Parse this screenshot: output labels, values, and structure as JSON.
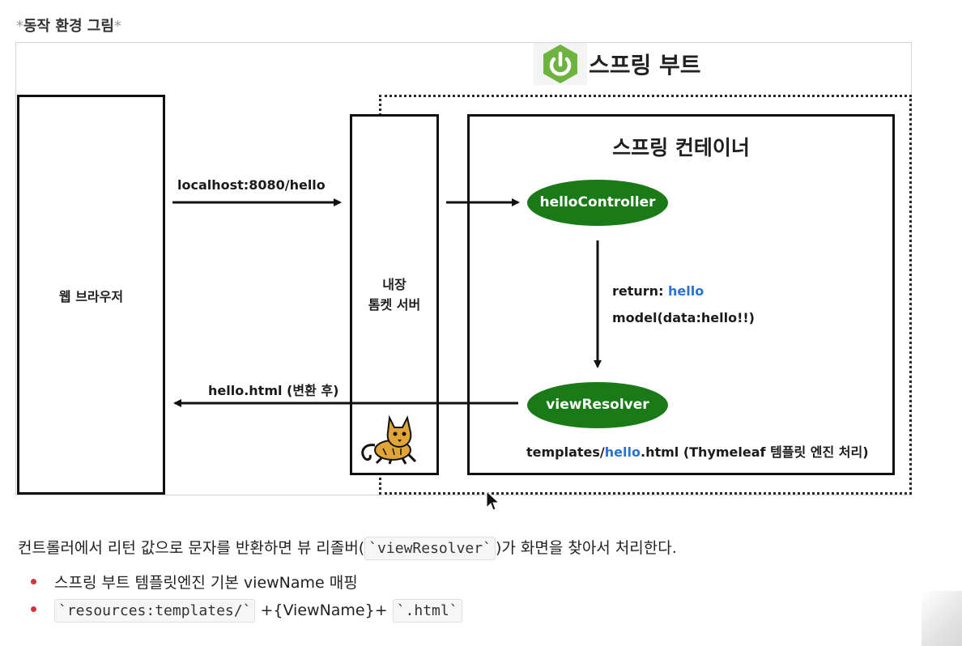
{
  "caption": {
    "star_open": "*",
    "text": "동작 환경 그림",
    "star_close": "*"
  },
  "diagram": {
    "spring_boot_label": "스프링 부트",
    "browser_label": "웹 브라우저",
    "tomcat_label_line1": "내장",
    "tomcat_label_line2": "톰켓 서버",
    "container_label": "스프링 컨테이너",
    "request_url": "localhost:8080/hello",
    "response_label": "hello.html (변환 후)",
    "controller_label": "helloController",
    "view_resolver_label": "viewResolver",
    "return_prefix": "return: ",
    "return_value": "hello",
    "model_label": "model(data:hello!!)",
    "template_prefix": "templates/",
    "template_highlight": "hello",
    "template_suffix": ".html (Thymeleaf 템플릿 엔진 처리)",
    "colors": {
      "node_green": "#1a7a17",
      "highlight_blue": "#2a73d0",
      "spring_green": "#6db33f"
    }
  },
  "body": {
    "paragraph_before": "컨트롤러에서 리턴 값으로 문자를 반환하면 뷰 리졸버(",
    "paragraph_code": "`viewResolver`",
    "paragraph_after": ")가 화면을 찾아서 처리한다.",
    "bullet1": "스프링 부트 템플릿엔진 기본 viewName 매핑",
    "bullet2_code1": "`resources:templates/`",
    "bullet2_mid": "+{ViewName}+",
    "bullet2_code2": "`.html`"
  }
}
